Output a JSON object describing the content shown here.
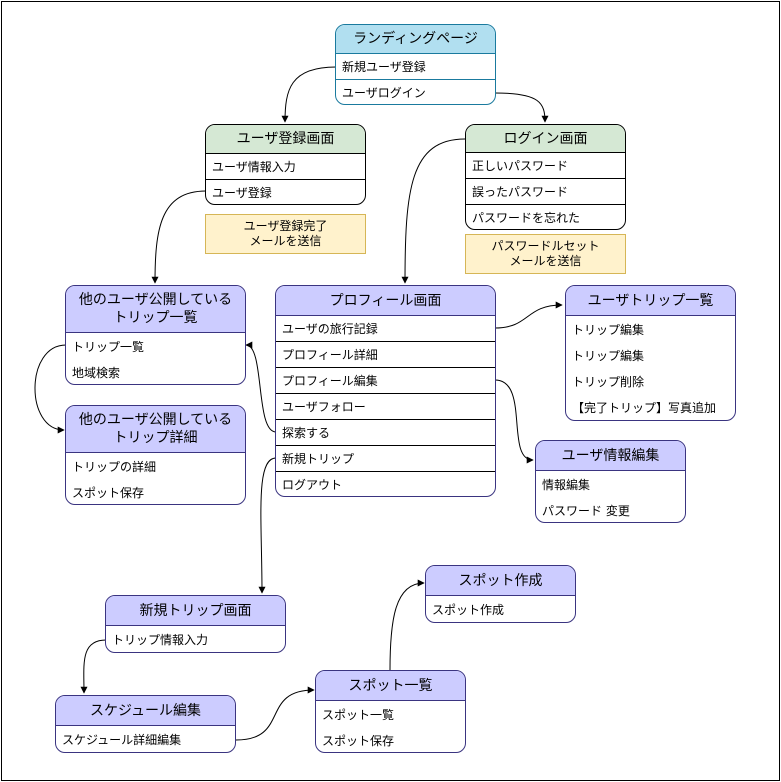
{
  "landing": {
    "title": "ランディングページ",
    "items": [
      "新規ユーザ登録",
      "ユーザログイン"
    ]
  },
  "register": {
    "title": "ユーザ登録画面",
    "items": [
      "ユーザ情報入力",
      "ユーザ登録"
    ]
  },
  "register_note": "ユーザ登録完了\nメールを送信",
  "login": {
    "title": "ログイン画面",
    "items": [
      "正しいパスワード",
      "誤ったパスワード",
      "パスワードを忘れた"
    ]
  },
  "reset_note": "パスワードルセット\nメールを送信",
  "public_list": {
    "title": "他のユーザ公開している\nトリップ一覧",
    "items": [
      "トリップ一覧",
      "地域検索"
    ]
  },
  "public_detail": {
    "title": "他のユーザ公開している\nトリップ詳細",
    "items": [
      "トリップの詳細",
      "スポット保存"
    ]
  },
  "profile": {
    "title": "プロフィール画面",
    "items": [
      "ユーザの旅行記録",
      "プロフィール詳細",
      "プロフィール編集",
      "ユーザフォロー",
      "探索する",
      "新規トリップ",
      "ログアウト"
    ]
  },
  "user_trips": {
    "title": "ユーザトリップ一覧",
    "items": [
      "トリップ編集",
      "トリップ編集",
      "トリップ削除",
      "【完了トリップ】写真追加"
    ]
  },
  "user_edit": {
    "title": "ユーザ情報編集",
    "items": [
      "情報編集",
      "パスワード 変更"
    ]
  },
  "new_trip": {
    "title": "新規トリップ画面",
    "items": [
      "トリップ情報入力"
    ]
  },
  "schedule": {
    "title": "スケジュール編集",
    "items": [
      "スケジュール詳細編集"
    ]
  },
  "spot_list": {
    "title": "スポット一覧",
    "items": [
      "スポット一覧",
      "スポット保存"
    ]
  },
  "spot_create": {
    "title": "スポット作成",
    "items": [
      "スポット作成"
    ]
  }
}
